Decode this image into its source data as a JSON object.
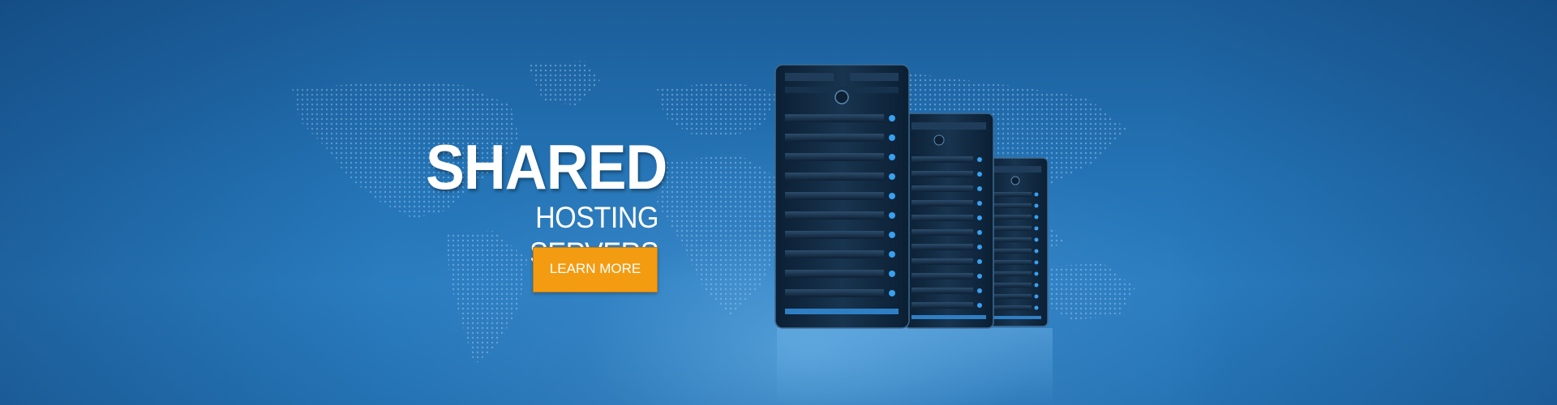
{
  "banner": {
    "headline_main": "SHARED",
    "headline_sub": "HOSTING SERVERS",
    "cta_label": "LEARN MORE"
  },
  "icons": {
    "map": "world-map-dotted",
    "servers": "server-tower-icon"
  },
  "colors": {
    "background": "#2474b6",
    "accent": "#f39c12",
    "server_led": "#3aa0f0"
  }
}
